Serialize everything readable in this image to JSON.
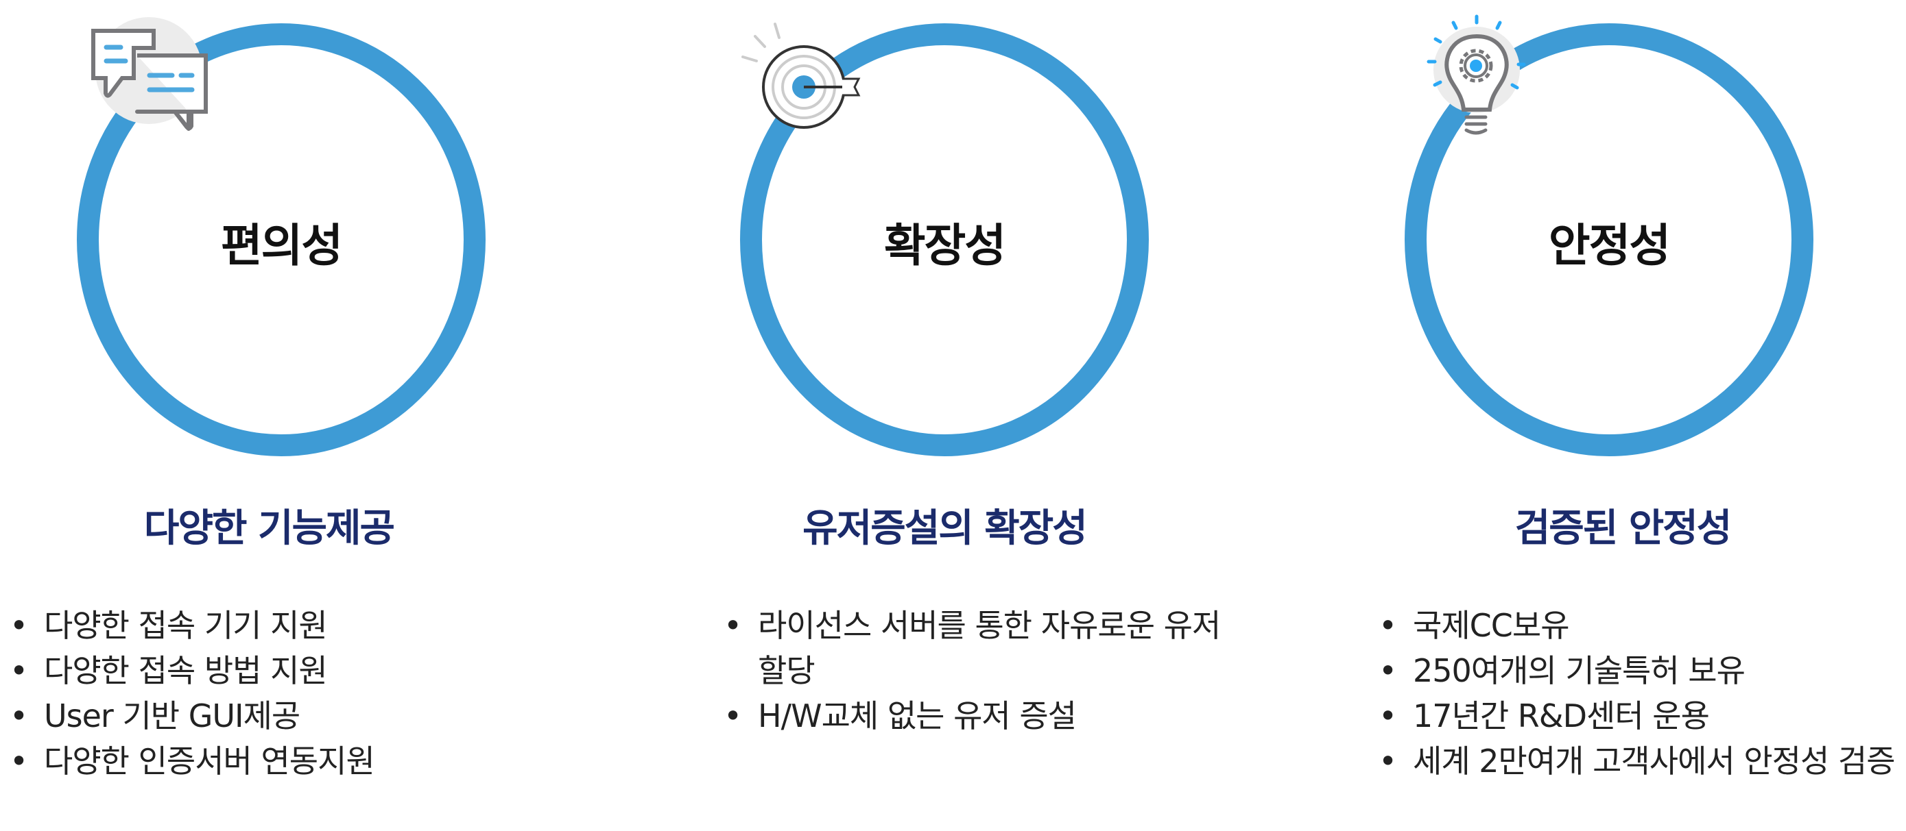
{
  "colors": {
    "ring": "#3e9bd5",
    "heading": "#1b2b6b",
    "icon_gray": "#77777a",
    "icon_blue": "#4fa8de",
    "icon_bg": "#ececec"
  },
  "columns": [
    {
      "icon": "chat-bubbles-icon",
      "title": "편의성",
      "heading": "다양한 기능제공",
      "bullets": [
        "다양한 접속 기기 지원",
        "다양한 접속 방법 지원",
        "User 기반 GUI제공",
        "다양한 인증서버 연동지원"
      ]
    },
    {
      "icon": "target-icon",
      "title": "확장성",
      "heading": "유저증설의 확장성",
      "bullets": [
        "라이선스 서버를 통한 자유로운 유저할당",
        "H/W교체 없는 유저 증설"
      ]
    },
    {
      "icon": "lightbulb-gear-icon",
      "title": "안정성",
      "heading": "검증된 안정성",
      "bullets": [
        "국제CC보유",
        "250여개의 기술특허 보유",
        "17년간 R&D센터 운용",
        "세계 2만여개 고객사에서 안정성 검증"
      ]
    }
  ]
}
